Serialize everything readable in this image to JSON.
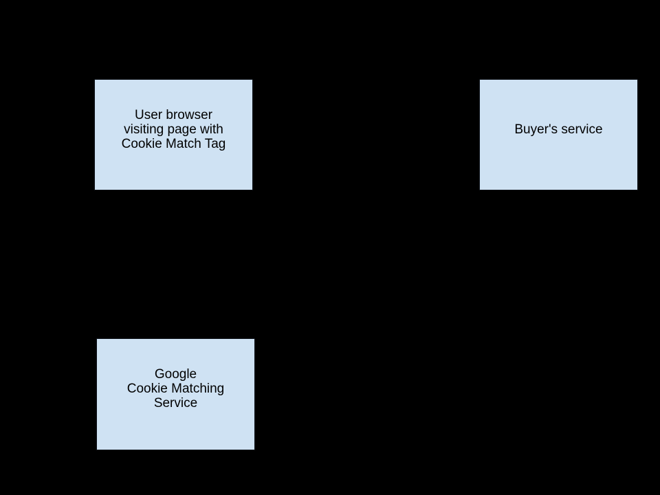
{
  "page": {
    "background_color": "#000000"
  },
  "diagram": {
    "style": {
      "node_fill_color": "#cfe2f3",
      "node_border_color": "#0d1117",
      "text_color": "#000000"
    },
    "nodes": {
      "user_browser": {
        "label": "User browser\nvisiting page with\nCookie Match Tag"
      },
      "buyers_service": {
        "label": "Buyer's service"
      },
      "google_cookie_matching": {
        "label": "Google\nCookie Matching\nService"
      }
    }
  }
}
